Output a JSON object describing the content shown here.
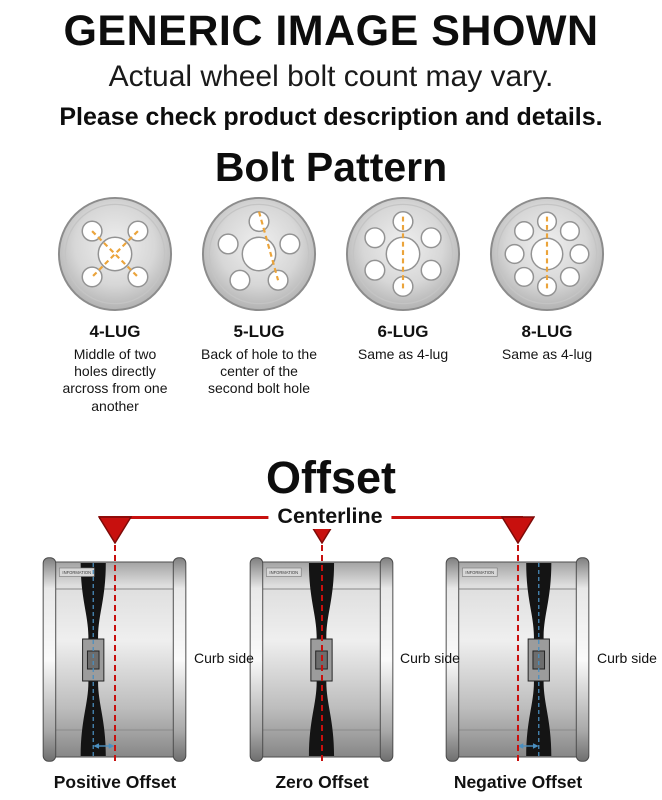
{
  "header": {
    "title": "GENERIC IMAGE SHOWN",
    "subtitle": "Actual wheel bolt count may vary.",
    "note": "Please check product description and details."
  },
  "bolt_pattern": {
    "title": "Bolt Pattern",
    "lugs": [
      {
        "label": "4-LUG",
        "description": "Middle of two holes directly arcross from one another"
      },
      {
        "label": "5-LUG",
        "description": "Back of hole to the center of the second bolt hole"
      },
      {
        "label": "6-LUG",
        "description": "Same as 4-lug"
      },
      {
        "label": "8-LUG",
        "description": "Same as 4-lug"
      }
    ]
  },
  "offset": {
    "title": "Offset",
    "centerline_label": "Centerline",
    "curb_side_label": "Curb side",
    "rim_stamp": "INFORMATION",
    "types": [
      {
        "label": "Positive Offset"
      },
      {
        "label": "Zero Offset"
      },
      {
        "label": "Negative Offset"
      }
    ]
  },
  "colors": {
    "centerline_red": "#c8100e",
    "measure_blue": "#4a8fc0",
    "bolt_dash_orange": "#eba43b",
    "wheel_gray": "#c9c9c9"
  }
}
